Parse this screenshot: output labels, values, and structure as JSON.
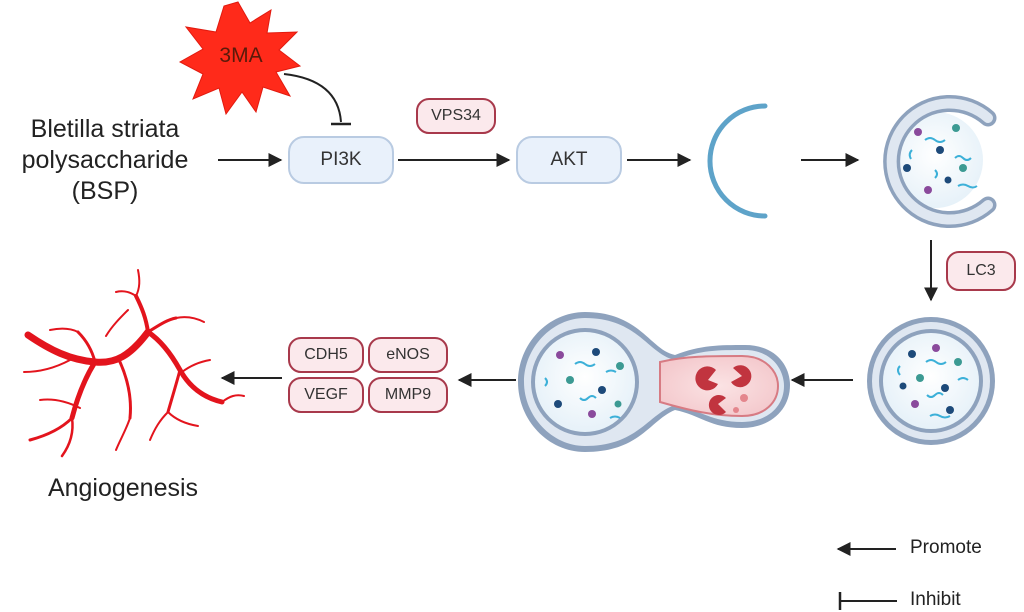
{
  "inhibitor": {
    "label": "3MA",
    "color": "#ff2a1a"
  },
  "source": {
    "label_lines": [
      "Bletilla striata",
      "polysaccharide",
      "(BSP)"
    ]
  },
  "nodes": {
    "pi3k": "PI3K",
    "vps34": "VPS34",
    "akt": "AKT",
    "lc3": "LC3"
  },
  "markers": {
    "cdh5": "CDH5",
    "enos": "eNOS",
    "vegf": "VEGF",
    "mmp9": "MMP9"
  },
  "outcome": {
    "label": "Angiogenesis",
    "color": "#e3141d"
  },
  "legend": {
    "promote": "Promote",
    "inhibit": "Inhibit"
  },
  "colors": {
    "node_fill": "#e9f1fb",
    "node_border": "#b9cbe2",
    "marker_border": "#a8394b",
    "membrane": "#5ea3c9"
  }
}
